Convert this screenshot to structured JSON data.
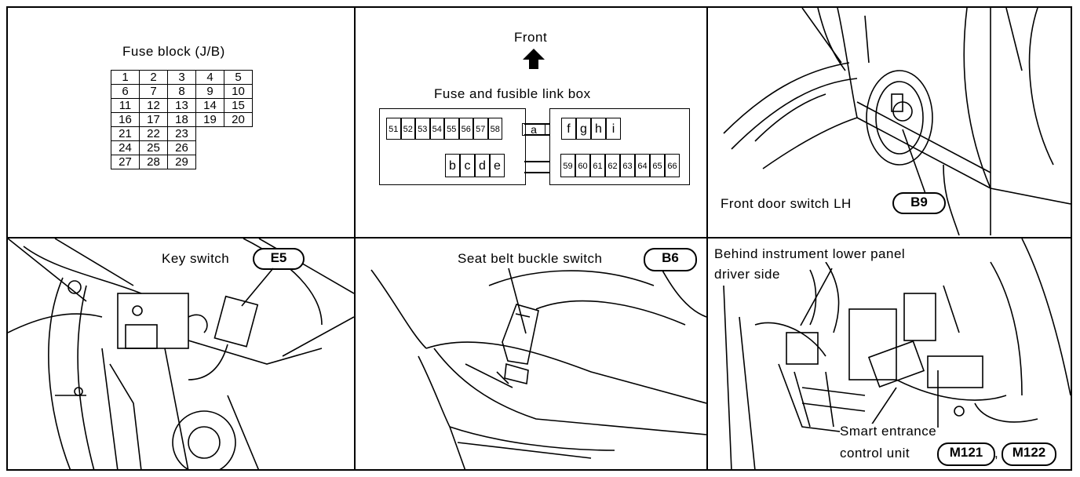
{
  "fuse_block": {
    "title": "Fuse block (J/B)",
    "rows": [
      [
        "1",
        "2",
        "3",
        "4",
        "5"
      ],
      [
        "6",
        "7",
        "8",
        "9",
        "10"
      ],
      [
        "11",
        "12",
        "13",
        "14",
        "15"
      ],
      [
        "16",
        "17",
        "18",
        "19",
        "20"
      ],
      [
        "21",
        "22",
        "23",
        "",
        ""
      ],
      [
        "24",
        "25",
        "26",
        "",
        ""
      ],
      [
        "27",
        "28",
        "29",
        "",
        ""
      ]
    ]
  },
  "fusible_link_box": {
    "front_label": "Front",
    "title": "Fuse and fusible link box",
    "left_top_cells": [
      "51",
      "52",
      "53",
      "54",
      "55",
      "56",
      "57",
      "58"
    ],
    "link_a": "a",
    "left_bottom_cells": [
      "b",
      "c",
      "d",
      "e"
    ],
    "right_top_cells": [
      "f",
      "g",
      "h",
      "i"
    ],
    "right_bottom_cells": [
      "59",
      "60",
      "61",
      "62",
      "63",
      "64",
      "65",
      "66"
    ]
  },
  "front_door_switch": {
    "label": "Front door switch LH",
    "connector": "B9"
  },
  "key_switch": {
    "label": "Key switch",
    "connector": "E5"
  },
  "seat_belt": {
    "label": "Seat belt buckle switch",
    "connector": "B6"
  },
  "smart_entrance": {
    "location_line1": "Behind instrument lower panel",
    "location_line2": "driver side",
    "label_line1": "Smart entrance",
    "label_line2": "control unit",
    "connector1": "M121",
    "connector2": "M122",
    "separator": ","
  }
}
